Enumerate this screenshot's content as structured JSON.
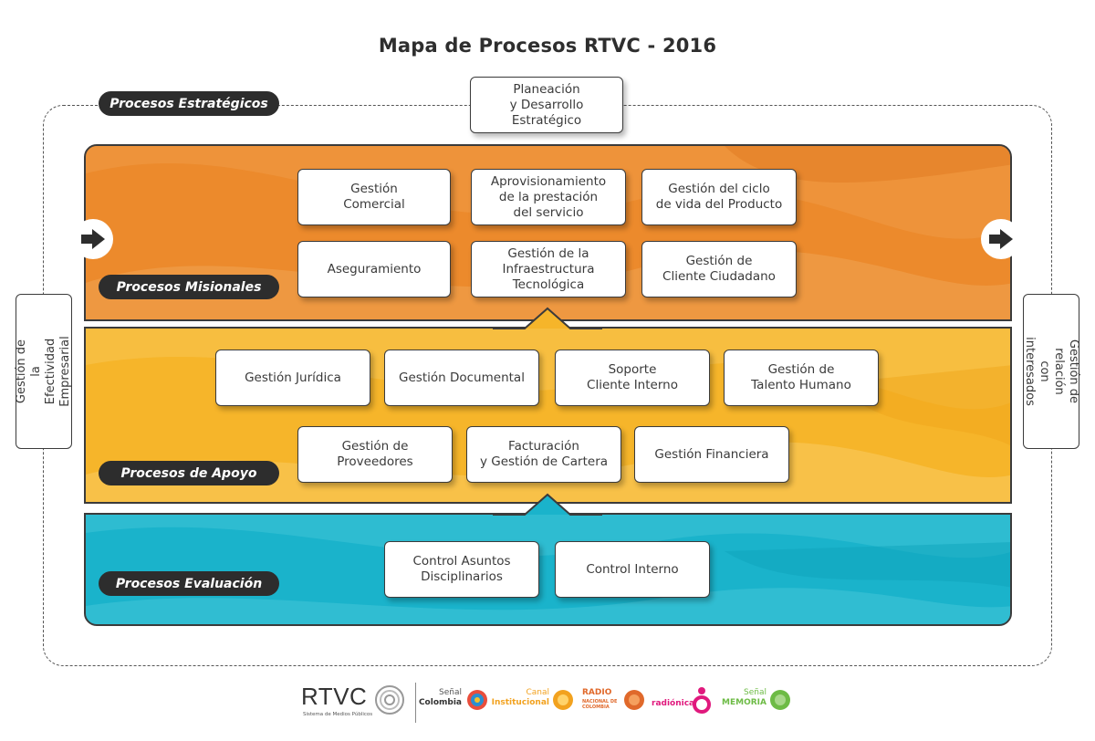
{
  "title": "Mapa de Procesos RTVC - 2016",
  "strategic": {
    "label": "Procesos Estratégicos",
    "box": "Planeación\ny Desarrollo\nEstratégico"
  },
  "left_side": "Gestión de la\nEfectividad\nEmpresarial",
  "right_side": "Gestión de relación\ncon interesados",
  "misionales": {
    "label": "Procesos Misionales",
    "boxes": [
      "Gestión\nComercial",
      "Aprovisionamiento\nde la prestación\ndel servicio",
      "Gestión del ciclo\nde vida del Producto",
      "Aseguramiento",
      "Gestión de la\nInfraestructura\nTecnológica",
      "Gestión de\nCliente Ciudadano"
    ]
  },
  "apoyo": {
    "label": "Procesos de Apoyo",
    "boxes": [
      "Gestión Jurídica",
      "Gestión Documental",
      "Soporte\nCliente Interno",
      "Gestión de\nTalento Humano",
      "Gestión de\nProveedores",
      "Facturación\ny Gestión de Cartera",
      "Gestión Financiera"
    ]
  },
  "evaluacion": {
    "label": "Procesos Evaluación",
    "boxes": [
      "Control Asuntos\nDisciplinarios",
      "Control Interno"
    ]
  },
  "footer": {
    "rtvc": "RTVC",
    "rtvc_sub": "Sistema de Medios Públicos",
    "brands": [
      {
        "top": "Señal",
        "bottom": "Colombia",
        "color": "#333333"
      },
      {
        "top": "Canal",
        "bottom": "Institucional",
        "color": "#f2a21f"
      },
      {
        "top": "RADIO",
        "bottom": "NACIONAL DE COLOMBIA",
        "color": "#e0692b"
      },
      {
        "top": "",
        "bottom": "radiónica",
        "color": "#e0197d"
      },
      {
        "top": "Señal",
        "bottom": "MEMORIA",
        "color": "#6dbb45"
      }
    ]
  },
  "colors": {
    "misionales": "#ec8a2c",
    "apoyo": "#f6b52a",
    "evaluacion": "#1ab3cb",
    "pill": "#2d2d2d"
  }
}
